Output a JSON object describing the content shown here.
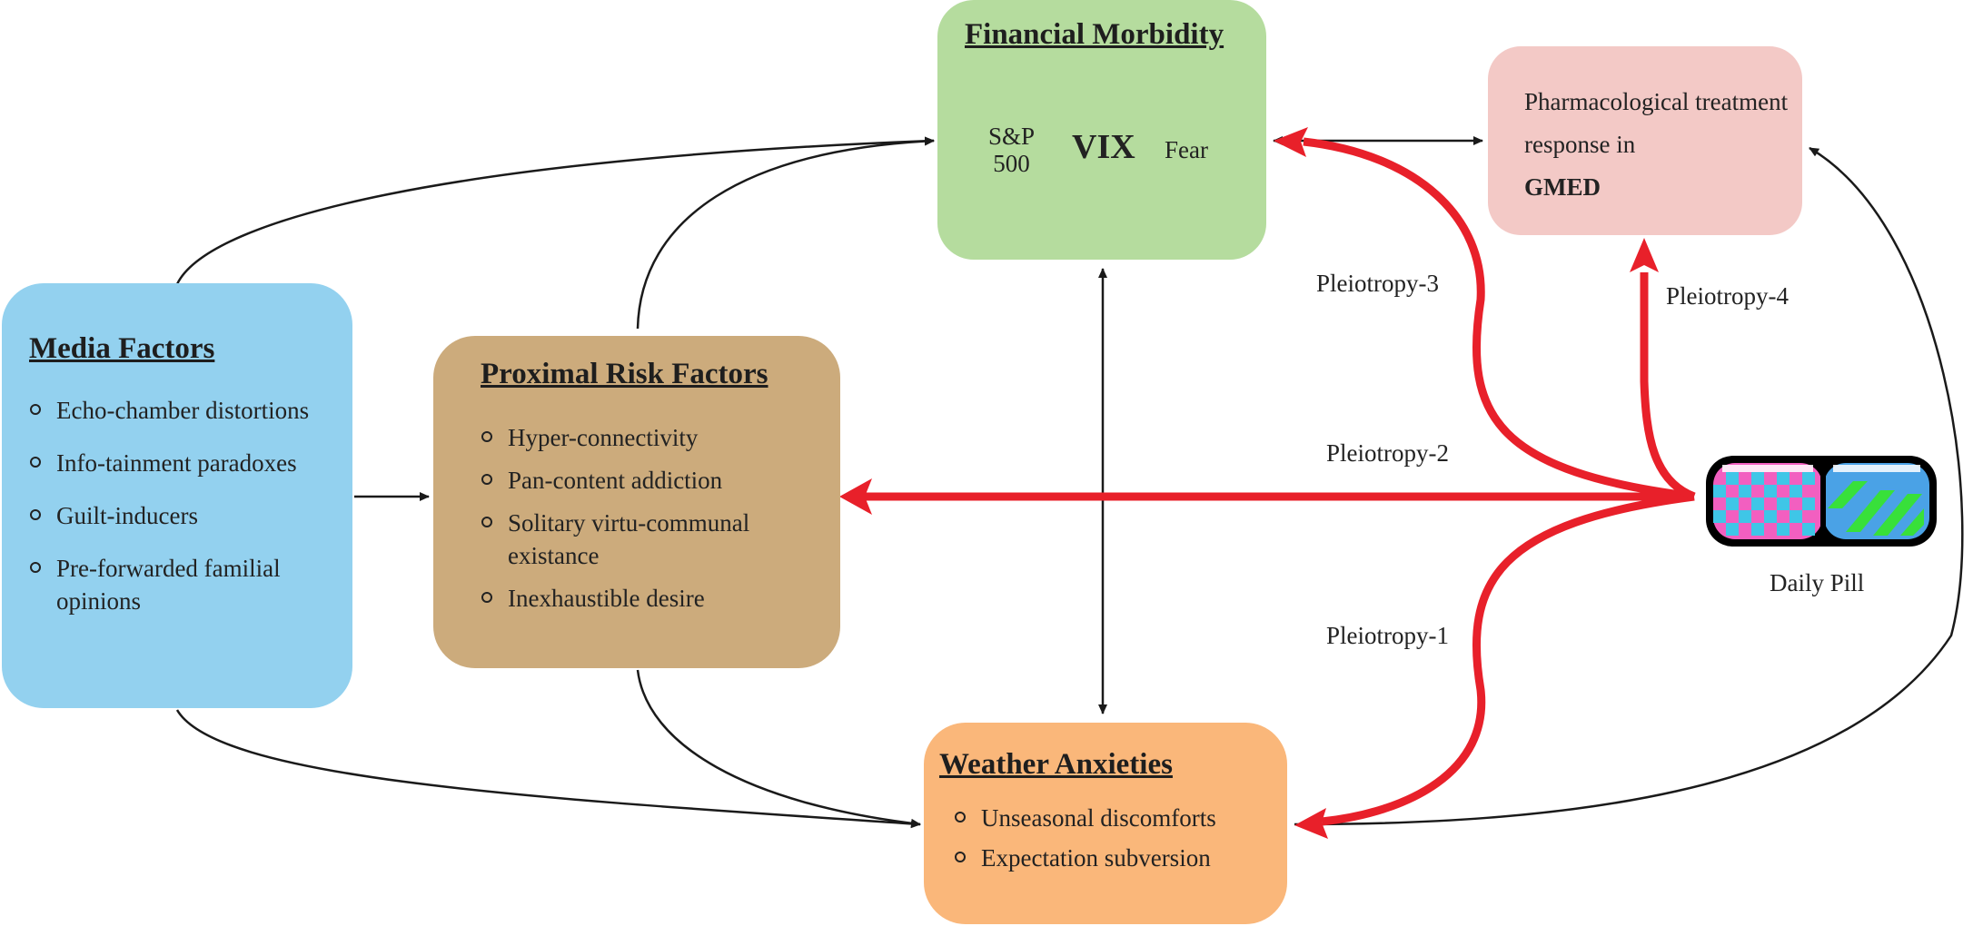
{
  "boxes": {
    "media": {
      "title": "Media Factors",
      "items": [
        "Echo-chamber distortions",
        "Info-tainment paradoxes",
        "Guilt-inducers",
        "Pre-forwarded familial opinions"
      ]
    },
    "proximal": {
      "title": "Proximal Risk Factors",
      "items": [
        "Hyper-connectivity",
        "Pan-content addiction",
        "Solitary virtu-communal existance",
        "Inexhaustible desire"
      ]
    },
    "financial": {
      "title": "Financial Morbidity",
      "venn": {
        "left": "S&P 500",
        "center": "VIX",
        "right": "Fear"
      }
    },
    "weather": {
      "title": "Weather Anxieties",
      "items": [
        "Unseasonal discomforts",
        "Expectation subversion"
      ]
    },
    "pharma": {
      "text": "Pharmacological treatment response in",
      "emphasis": "GMED"
    }
  },
  "pill": {
    "label": "Daily Pill"
  },
  "edges": {
    "pleiotropy_1": "Pleiotropy-1",
    "pleiotropy_2": "Pleiotropy-2",
    "pleiotropy_3": "Pleiotropy-3",
    "pleiotropy_4": "Pleiotropy-4"
  },
  "colors": {
    "media": "#93d1ef",
    "proximal": "#ccab7c",
    "financial": "#b5dc9e",
    "weather": "#fab77a",
    "pharma": "#f3c9c6",
    "pleiotropy_arrow": "#e8202a"
  }
}
